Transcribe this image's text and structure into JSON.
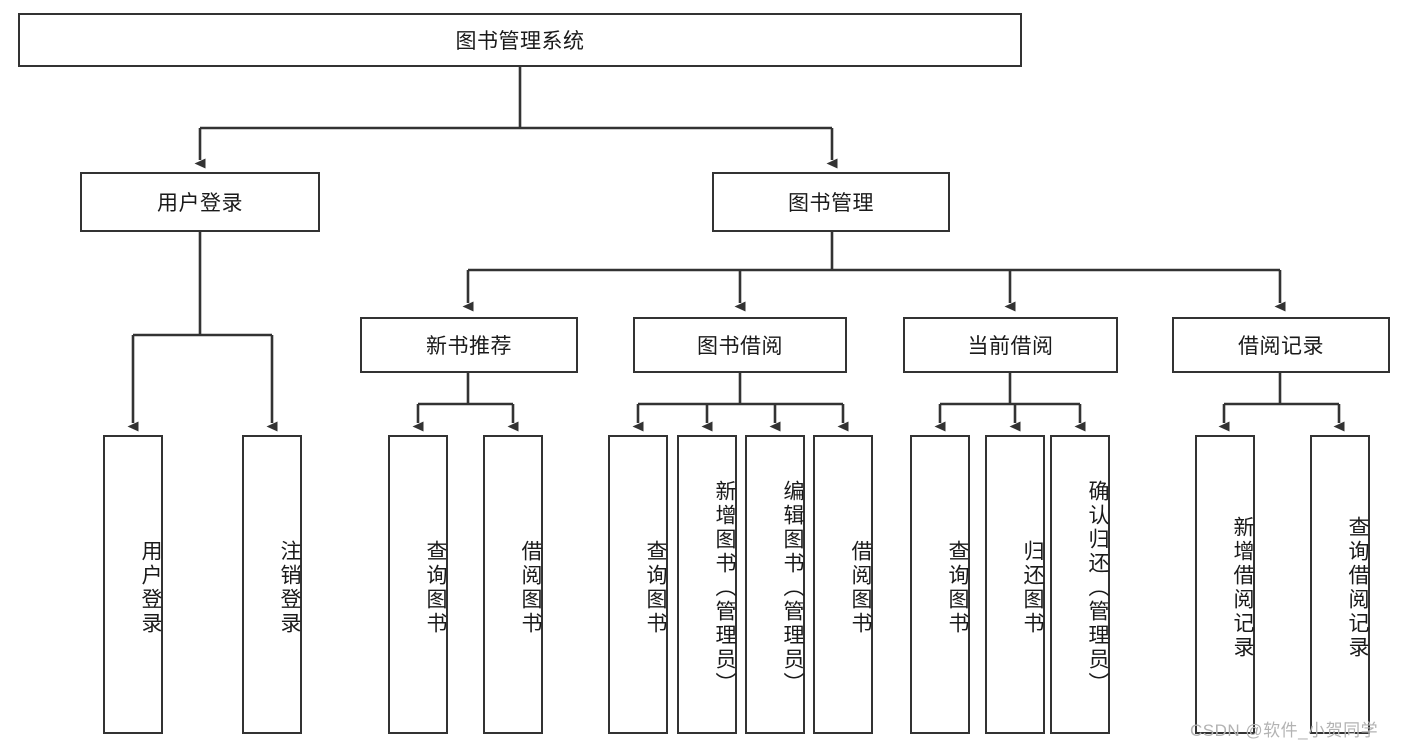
{
  "diagram": {
    "title": "图书管理系统",
    "type": "tree-hierarchy",
    "root": {
      "label": "图书管理系统"
    },
    "level2": [
      {
        "label": "用户登录"
      },
      {
        "label": "图书管理"
      }
    ],
    "level3": [
      {
        "label": "新书推荐"
      },
      {
        "label": "图书借阅"
      },
      {
        "label": "当前借阅"
      },
      {
        "label": "借阅记录"
      }
    ],
    "leaves": {
      "user_login": [
        {
          "label": "用户登录"
        },
        {
          "label": "注销登录"
        }
      ],
      "new_book_recommend": [
        {
          "label": "查询图书"
        },
        {
          "label": "借阅图书"
        }
      ],
      "book_borrow": [
        {
          "label": "查询图书"
        },
        {
          "label": "新增图书（管理员）"
        },
        {
          "label": "编辑图书（管理员）"
        },
        {
          "label": "借阅图书"
        }
      ],
      "current_borrow": [
        {
          "label": "查询图书"
        },
        {
          "label": "归还图书"
        },
        {
          "label": "确认归还（管理员）"
        }
      ],
      "borrow_record": [
        {
          "label": "新增借阅记录"
        },
        {
          "label": "查询借阅记录"
        }
      ]
    }
  },
  "watermark": {
    "text": "CSDN @软件_小贺同学"
  },
  "colors": {
    "stroke": "#333333",
    "box_fill": "#ffffff",
    "text": "#1a1a1a",
    "watermark": "#b3b3b3"
  }
}
